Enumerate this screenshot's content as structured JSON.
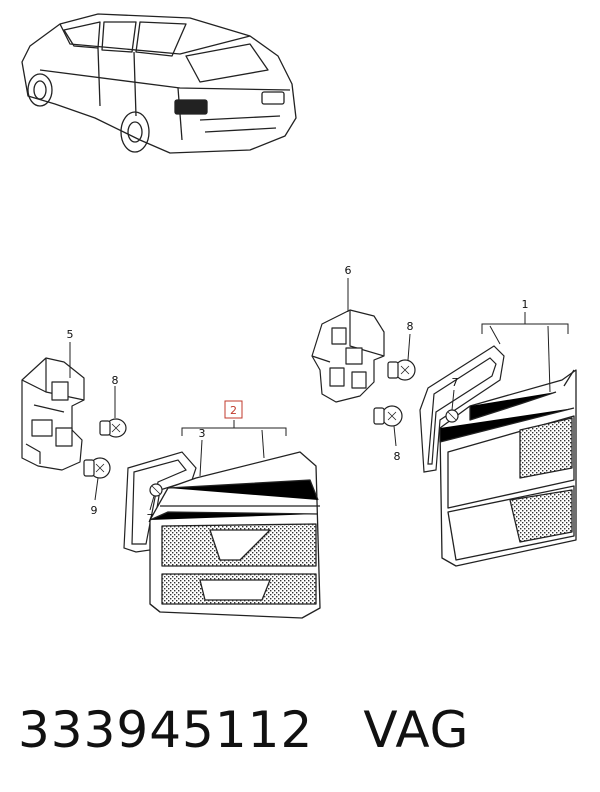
{
  "callouts": {
    "c1": "1",
    "c2": "2",
    "c3": "3",
    "c5": "5",
    "c6": "6",
    "c7a": "7",
    "c7b": "7",
    "c8a": "8",
    "c8b": "8",
    "c8c": "8",
    "c9": "9"
  },
  "footer": {
    "part_number": "333945112",
    "brand": "VAG"
  },
  "colors": {
    "line": "#222222",
    "highlight": "#c0392b"
  }
}
